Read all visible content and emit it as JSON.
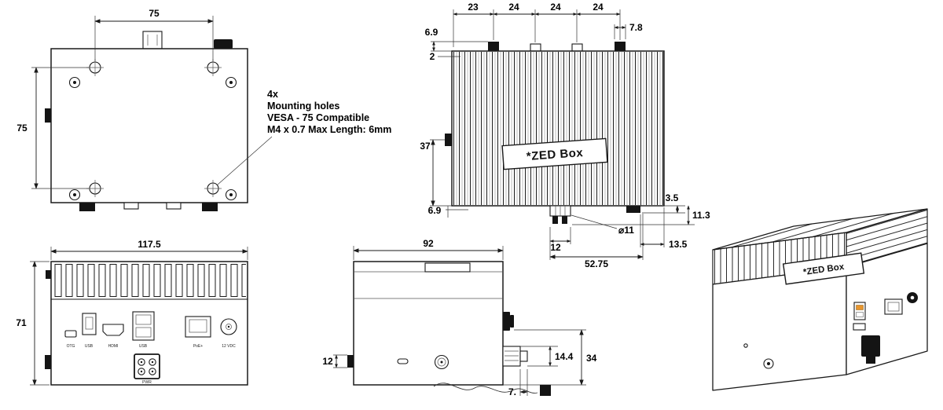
{
  "bottom_view": {
    "dim_hole_spacing_x": "75",
    "dim_hole_spacing_y": "75",
    "note_line_1": "4x",
    "note_line_2": "Mounting holes",
    "note_line_3": "VESA - 75 Compatible",
    "note_line_4": "M4 x 0.7 Max Length: 6mm"
  },
  "top_view": {
    "product_label": "*ZED Box",
    "dim_seg_1": "23",
    "dim_seg_2": "24",
    "dim_seg_3": "24",
    "dim_seg_4": "24",
    "dim_conn_offset": "6.9",
    "dim_conn_width": "7.8",
    "dim_edge_gap": "2",
    "dim_side": "37",
    "dim_bottom_offset": "6.9",
    "dim_plate_height": "3.5",
    "dim_conn_depth": "11.3",
    "dim_conn_dia": "⌀11",
    "dim_conn_w": "12",
    "dim_plate_offset": "13.5",
    "dim_span": "52.75"
  },
  "front_view": {
    "dim_width": "117.5",
    "dim_height": "71",
    "label_otg": "OTG",
    "label_usb": "USB",
    "label_hdmi": "HDMI",
    "label_usb_dual": "USB",
    "label_lan": "PoE+",
    "label_dc": "12 VDC",
    "label_power": "PWR"
  },
  "side_view": {
    "dim_width": "92",
    "dim_nub": "12",
    "dim_conn_height": "14.4",
    "dim_lower_height": "34",
    "dim_partial": "7."
  },
  "iso_view": {
    "product_label": "*ZED Box"
  }
}
